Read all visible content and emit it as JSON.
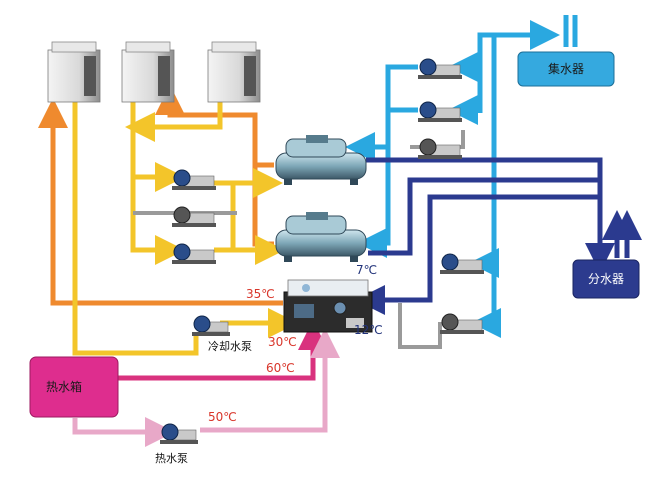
{
  "labels": {
    "collector": "集水器",
    "distributor": "分水器",
    "hot_water_tank": "热水箱",
    "cooling_pump": "冷却水泵",
    "hot_water_pump": "热水泵"
  },
  "temperatures": {
    "chilled_supply": "7℃",
    "chilled_return": "12℃",
    "cooling_return": "35℃",
    "cooling_supply": "30℃",
    "hot_supply": "60℃",
    "hot_return": "50℃"
  },
  "colors": {
    "orange": "#ef8a2e",
    "yellow": "#f3c52a",
    "gray": "#9a9a9a",
    "light_blue": "#2aa8e0",
    "dark_blue": "#2b3a8f",
    "magenta": "#d9327e",
    "pink": "#e8a8c8",
    "collector_fill": "#35a9df",
    "distributor_fill": "#2c3b8e",
    "tank_fill": "#de2d8e"
  }
}
